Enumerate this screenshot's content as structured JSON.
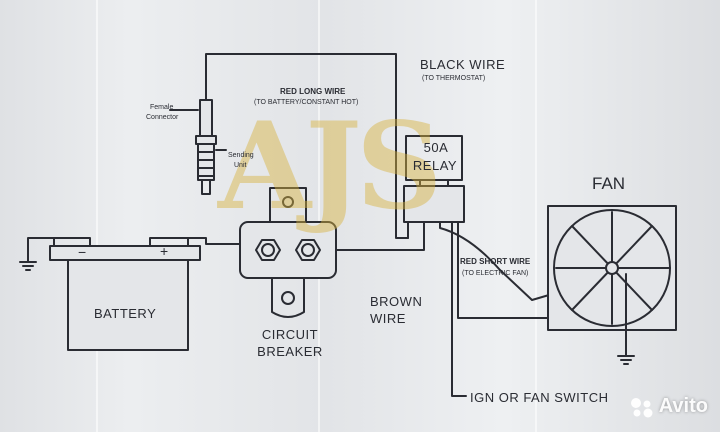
{
  "labels": {
    "black_wire": "BLACK WIRE",
    "black_wire_note": "(TO THERMOSTAT)",
    "red_long_wire": "RED LONG WIRE",
    "red_long_wire_note": "(TO BATTERY/CONSTANT HOT)",
    "female_connector_1": "Female",
    "female_connector_2": "Connector",
    "sending_unit_1": "Sending",
    "sending_unit_2": "Unit",
    "relay_1": "50A",
    "relay_2": "RELAY",
    "fan": "FAN",
    "red_short_wire": "RED SHORT WIRE",
    "red_short_wire_note": "(TO ELECTRIC FAN)",
    "battery": "BATTERY",
    "minus": "−",
    "plus": "+",
    "brown_wire_1": "BROWN",
    "brown_wire_2": "WIRE",
    "circuit_breaker_1": "CIRCUIT",
    "circuit_breaker_2": "BREAKER",
    "ign_switch": "IGN OR FAN SWITCH"
  },
  "watermark": "AJS",
  "avito_logo": "Avito",
  "colors": {
    "ink": "#2a2c33",
    "watermark": "#d6b23c",
    "paper": "#e6e8ea"
  }
}
